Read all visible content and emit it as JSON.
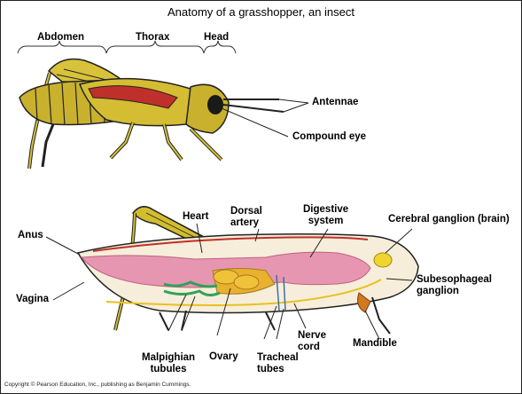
{
  "title": "Anatomy of a grasshopper, an insect",
  "top_labels": {
    "abdomen": "Abdomen",
    "thorax": "Thorax",
    "head": "Head",
    "antennae": "Antennae",
    "compound_eye": "Compound eye"
  },
  "bottom_labels": {
    "anus": "Anus",
    "vagina": "Vagina",
    "heart": "Heart",
    "dorsal_artery": [
      "Dorsal",
      "artery"
    ],
    "digestive_system": [
      "Digestive",
      "system"
    ],
    "cerebral_ganglion": "Cerebral ganglion (brain)",
    "subesophageal_ganglion": [
      "Subesophageal",
      "ganglion"
    ],
    "malpighian_tubules": [
      "Malpighian",
      "tubules"
    ],
    "ovary": "Ovary",
    "nerve_cord": [
      "Nerve",
      "cord"
    ],
    "tracheal_tubes": [
      "Tracheal",
      "tubes"
    ],
    "mandible": "Mandible"
  },
  "copyright": "Copyright © Pearson Education, Inc., publishing as Benjamin Cummings."
}
